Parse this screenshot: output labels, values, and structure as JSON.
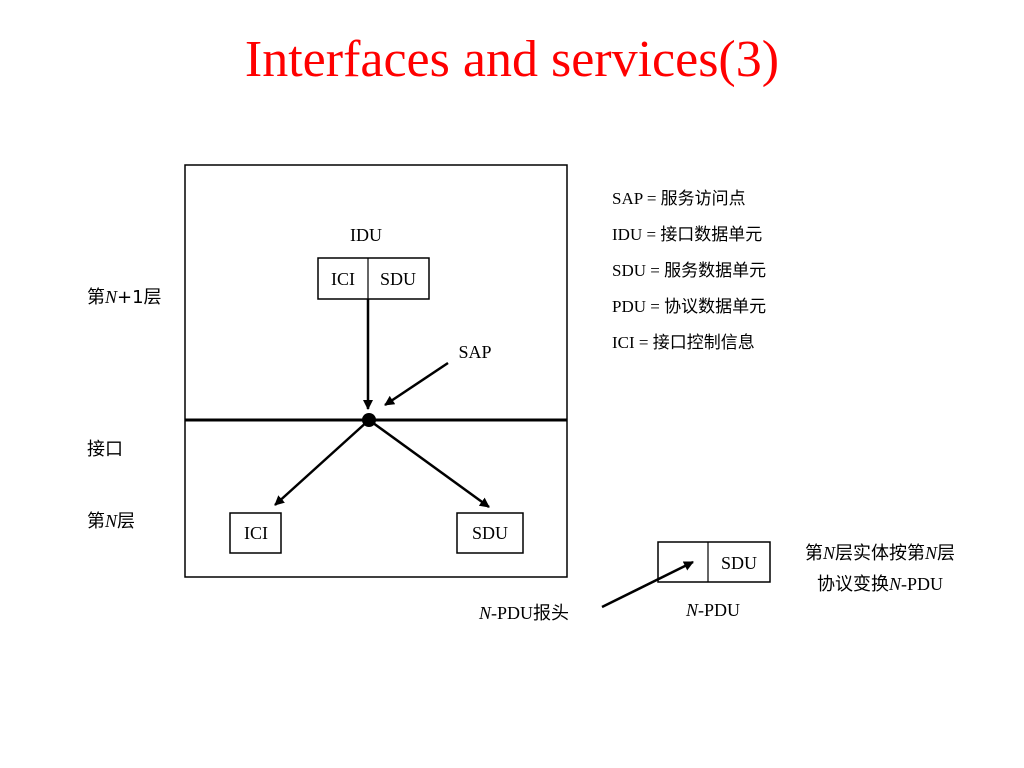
{
  "title": "Interfaces and services(3)",
  "labels": {
    "idu": "IDU",
    "ici_top": "ICI",
    "sdu_top": "SDU",
    "sap": "SAP",
    "ici_bottom": "ICI",
    "sdu_bottom": "SDU",
    "layer_n1_prefix": "第",
    "layer_n1_n": "N",
    "layer_n1_suffix": "+1层",
    "interface": "接口",
    "layer_n_prefix": "第",
    "layer_n_n": "N",
    "layer_n_suffix": "层",
    "pdu_sdu": "SDU",
    "pdu_header_n": "N",
    "pdu_header_rest": "-PDU报头",
    "pdu_label_n": "N",
    "pdu_label_rest": "-PDU",
    "convert_line1_a": "第",
    "convert_line1_n1": "N",
    "convert_line1_b": "层实体按第",
    "convert_line1_n2": "N",
    "convert_line1_c": "层",
    "convert_line2_a": "协议变换",
    "convert_line2_n": "N",
    "convert_line2_b": "-PDU"
  },
  "legend": [
    {
      "abbr": "SAP",
      "eq": " = ",
      "meaning": "服务访问点"
    },
    {
      "abbr": "IDU",
      "eq": " = ",
      "meaning": "接口数据单元"
    },
    {
      "abbr": "SDU",
      "eq": " = ",
      "meaning": "服务数据单元"
    },
    {
      "abbr": "PDU",
      "eq": " = ",
      "meaning": "协议数据单元"
    },
    {
      "abbr": "ICI",
      "eq": " = ",
      "meaning": "接口控制信息"
    }
  ]
}
